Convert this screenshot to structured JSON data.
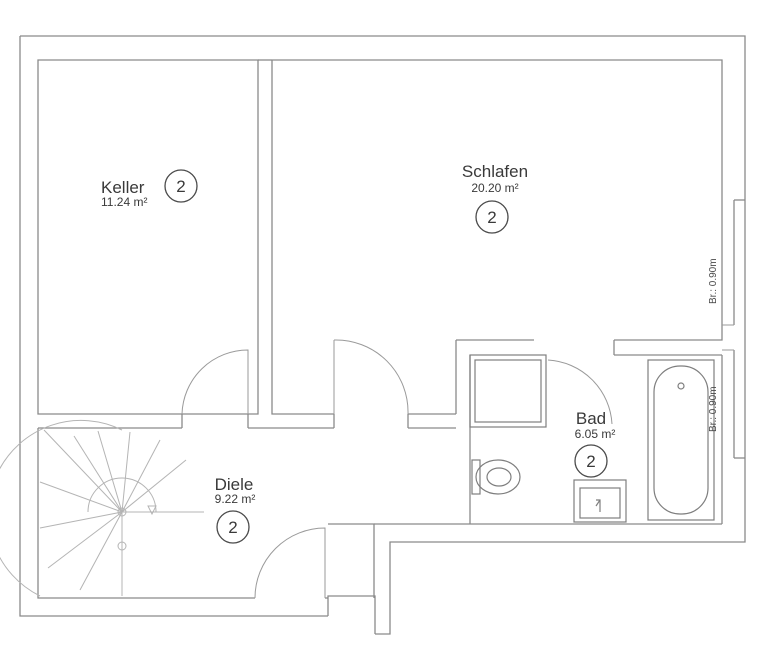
{
  "rooms": {
    "keller": {
      "name": "Keller",
      "area": "11.24 m²",
      "badge": "2"
    },
    "schlafen": {
      "name": "Schlafen",
      "area": "20.20 m²",
      "badge": "2"
    },
    "bad": {
      "name": "Bad",
      "area": "6.05 m²",
      "badge": "2"
    },
    "diele": {
      "name": "Diele",
      "area": "9.22 m²",
      "badge": "2"
    }
  },
  "windows": [
    {
      "label": "Br.: 0.90m"
    },
    {
      "label": "Br.: 0.90m"
    }
  ]
}
